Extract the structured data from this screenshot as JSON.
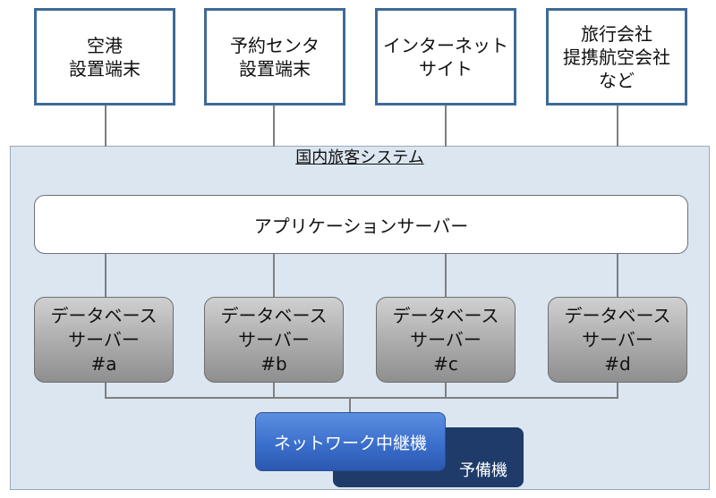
{
  "clients": [
    {
      "label": "空港\n設置端末"
    },
    {
      "label": "予約センタ\n設置端末"
    },
    {
      "label": "インターネット\nサイト"
    },
    {
      "label": "旅行会社\n提携航空会社\nなど"
    }
  ],
  "system": {
    "title": "国内旅客システム",
    "app_server": "アプリケーションサーバー",
    "db_servers": [
      {
        "label": "データベース\nサーバー\n#a"
      },
      {
        "label": "データベース\nサーバー\n#b"
      },
      {
        "label": "データベース\nサーバー\n#c"
      },
      {
        "label": "データベース\nサーバー\n#d"
      }
    ],
    "relay": "ネットワーク中継機",
    "backup": "予備機"
  },
  "colors": {
    "client_border": "#3e6a96",
    "system_bg": "#dbe6f1",
    "relay_bg": "#3b6fcc",
    "backup_bg": "#1f3b6a"
  }
}
